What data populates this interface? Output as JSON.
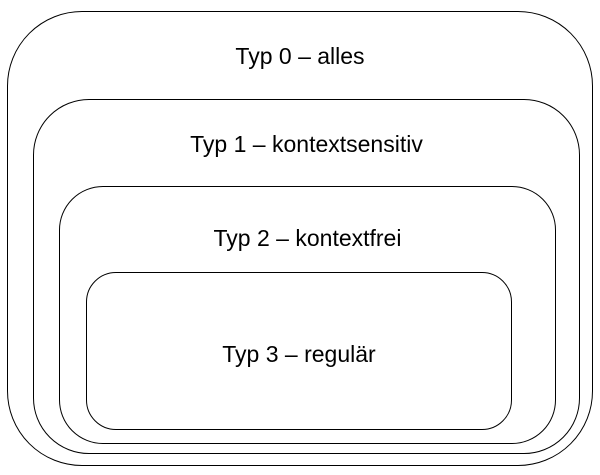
{
  "hierarchy": {
    "levels": [
      {
        "label": "Typ 0 – alles"
      },
      {
        "label": "Typ 1 – kontextsensitiv"
      },
      {
        "label": "Typ 2 – kontextfrei"
      },
      {
        "label": "Typ 3 – regulär"
      }
    ]
  },
  "colors": {
    "stroke": "#000000",
    "fill": "#ffffff",
    "text": "#000000"
  }
}
